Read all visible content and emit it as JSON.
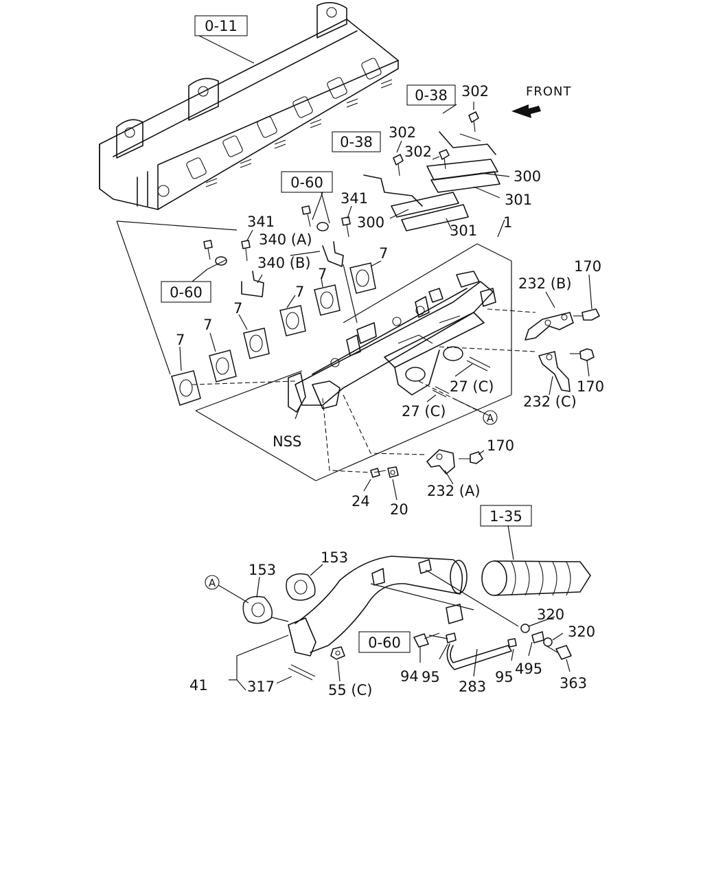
{
  "diagram": {
    "front_label": "FRONT",
    "ref_boxes": {
      "cylinder_head": "0-11",
      "heat_insulator_upper": "0-38",
      "heat_insulator_lower": "0-38",
      "bolt_group_center": "0-60",
      "bolt_group_left": "0-60",
      "bolt_group_pipe": "0-60",
      "hose": "1-35"
    },
    "callouts": {
      "c302_top": "302",
      "c302_mid_a": "302",
      "c302_mid_b": "302",
      "c300_right": "300",
      "c301_right": "301",
      "c300_left": "300",
      "c301_mid": "301",
      "c1": "1",
      "c341_right": "341",
      "c341_left": "341",
      "c340a": "340 (A)",
      "c340b": "340 (B)",
      "c7_a": "7",
      "c7_b": "7",
      "c7_c": "7",
      "c7_d": "7",
      "c7_e": "7",
      "c7_f": "7",
      "c232b": "232 (B)",
      "c170_a": "170",
      "c170_b": "170",
      "c170_c": "170",
      "c232c": "232 (C)",
      "c27c_a": "27 (C)",
      "c27c_b": "27 (C)",
      "c232a": "232 (A)",
      "cnss": "NSS",
      "c24": "24",
      "c20": "20",
      "c153_a": "153",
      "c153_b": "153",
      "c41": "41",
      "c317": "317",
      "c55c": "55 (C)",
      "c94": "94",
      "c95_a": "95",
      "c95_b": "95",
      "c283": "283",
      "c495": "495",
      "c320_a": "320",
      "c320_b": "320",
      "c363": "363"
    },
    "circle_markers": {
      "a_manifold": "A",
      "a_pipe": "A"
    }
  }
}
